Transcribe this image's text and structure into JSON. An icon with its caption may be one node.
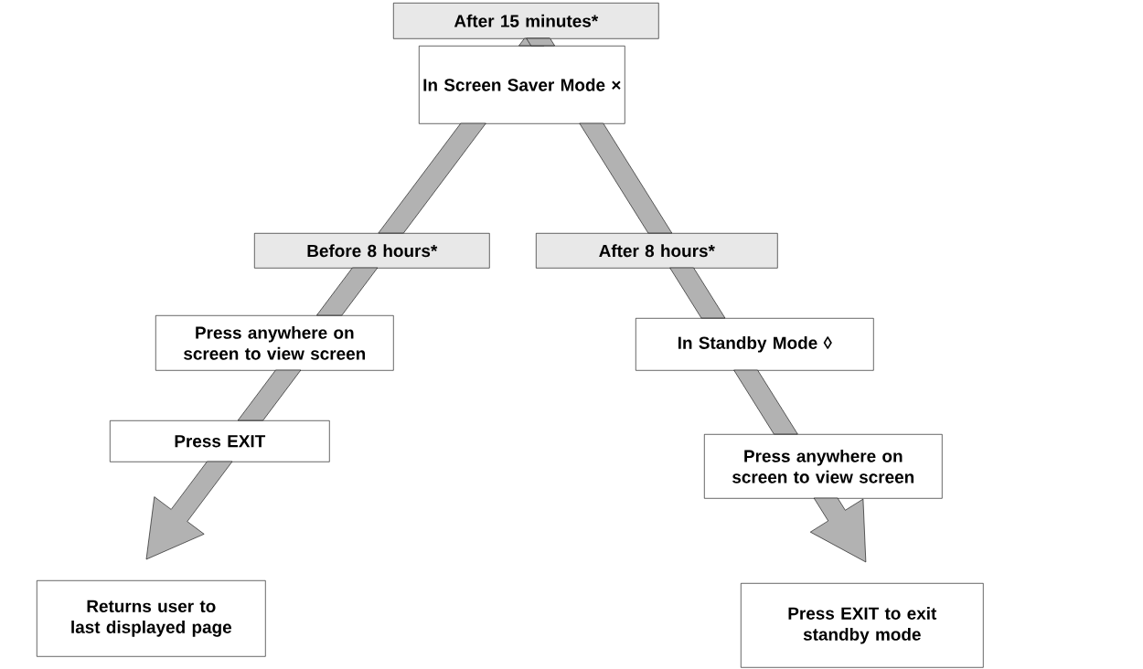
{
  "diagram": {
    "nodes": [
      {
        "text": [
          "After 15 minutes*"
        ]
      },
      {
        "text": [
          "In Screen Saver Mode ×"
        ]
      },
      {
        "text": [
          "Before 8 hours*"
        ]
      },
      {
        "text": [
          "After 8 hours*"
        ]
      },
      {
        "text": [
          "Press anywhere on screen to view screen"
        ]
      },
      {
        "text": [
          "In Standby Mode ◊"
        ]
      },
      {
        "text": [
          "Press EXIT"
        ]
      },
      {
        "text": [
          "Press anywhere on screen to view screen"
        ]
      },
      {
        "text": [
          "Returns user to last displayed page"
        ]
      },
      {
        "text": [
          "Press EXIT to exit standby mode"
        ]
      }
    ],
    "edges": [
      {
        "from": 0,
        "to": 1,
        "arrow": "none"
      },
      {
        "from": 1,
        "to": 2,
        "arrow": "none"
      },
      {
        "from": 2,
        "to": 4,
        "arrow": "none"
      },
      {
        "from": 4,
        "to": 6,
        "arrow": "none"
      },
      {
        "from": 6,
        "to": 8,
        "arrow": "to"
      },
      {
        "from": 0,
        "to": 3,
        "arrow": "none"
      },
      {
        "from": 3,
        "to": 5,
        "arrow": "none"
      },
      {
        "from": 5,
        "to": 7,
        "arrow": "none"
      },
      {
        "from": 7,
        "to": 9,
        "arrow": "to"
      }
    ]
  }
}
